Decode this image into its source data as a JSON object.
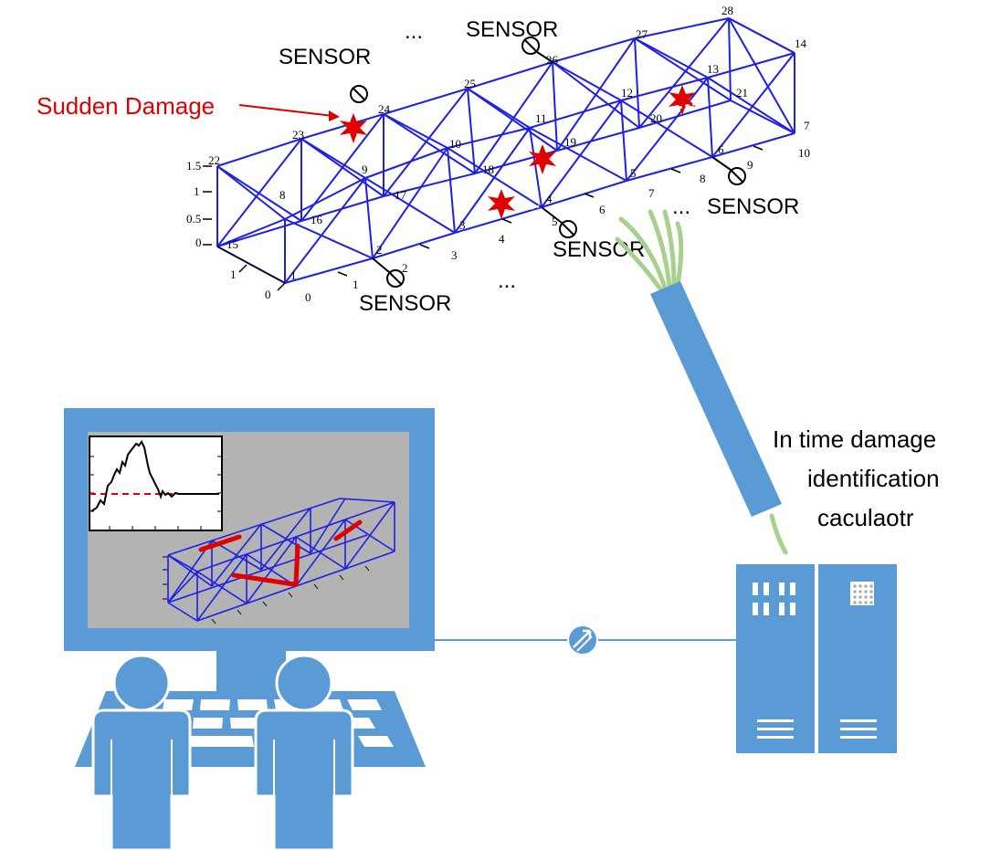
{
  "labels": {
    "sensor": "SENSOR",
    "sudden_damage": "Sudden Damage",
    "ellipsis": "...",
    "calculator_line1": "In time damage",
    "calculator_line2": "identification",
    "calculator_line3": "caculaotr"
  },
  "node_numbers": [
    "1",
    "2",
    "3",
    "4",
    "5",
    "6",
    "7",
    "8",
    "9",
    "10",
    "11",
    "12",
    "13",
    "14",
    "15",
    "16",
    "17",
    "18",
    "19",
    "20",
    "21",
    "22",
    "23",
    "24",
    "25",
    "26",
    "27",
    "28"
  ],
  "axis_ticks": {
    "vertical": [
      "0",
      "0.5",
      "1",
      "1.5"
    ],
    "depth": [
      "0",
      "1"
    ],
    "length": [
      "0",
      "1",
      "2",
      "3",
      "4",
      "5",
      "6",
      "7",
      "8",
      "9",
      "10"
    ]
  },
  "colors": {
    "truss": "#1f1fe6",
    "damage": "#e00000",
    "equipment": "#5b9bd5",
    "screen_bg": "#b3b3b3",
    "fiber": "#a9d18e"
  },
  "icons": [
    "sensor-icon",
    "damage-star-icon",
    "monitor-icon",
    "operator-icon",
    "server-icon",
    "network-hub-icon",
    "cable-icon"
  ]
}
